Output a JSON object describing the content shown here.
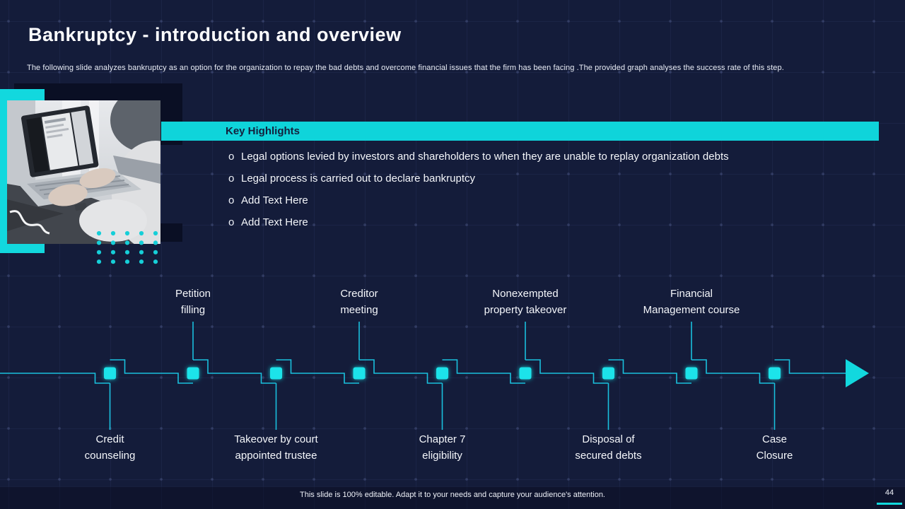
{
  "slide": {
    "title": "Bankruptcy - introduction and overview",
    "subtitle": "The following slide analyzes bankruptcy as an option for the organization to repay the bad debts and overcome financial issues that the firm has been facing .The provided graph analyses the success rate of this step.",
    "footer_note": "This slide is 100% editable. Adapt it to your needs and capture your audience's attention.",
    "page_number": "44"
  },
  "colors": {
    "background": "#141c3a",
    "accent_cyan": "#12d8de",
    "node_cyan": "#1fe3ea",
    "line_cyan": "#19c0dd",
    "bar_text": "#13203d",
    "text_light": "#f4f6fa"
  },
  "image": {
    "alt": "person typing on laptop"
  },
  "highlights": {
    "header": "Key Highlights",
    "bullet_marker": "o",
    "bullets": [
      "Legal options levied by investors and shareholders to when they are unable to replay organization debts",
      "Legal process is carried out to declare bankruptcy",
      "Add Text Here",
      "Add Text Here"
    ]
  },
  "timeline": {
    "steps": [
      {
        "lines": [
          "Credit",
          "counseling"
        ],
        "position": "below"
      },
      {
        "lines": [
          "Petition",
          "filling"
        ],
        "position": "above"
      },
      {
        "lines": [
          "Takeover by court",
          "appointed trustee"
        ],
        "position": "below"
      },
      {
        "lines": [
          "Creditor",
          "meeting"
        ],
        "position": "above"
      },
      {
        "lines": [
          "Chapter 7",
          "eligibility"
        ],
        "position": "below"
      },
      {
        "lines": [
          "Nonexempted",
          "property takeover"
        ],
        "position": "above"
      },
      {
        "lines": [
          "Disposal of",
          "secured debts"
        ],
        "position": "below"
      },
      {
        "lines": [
          "Financial",
          "Management course"
        ],
        "position": "above"
      },
      {
        "lines": [
          "Case",
          "Closure"
        ],
        "position": "below"
      }
    ]
  }
}
